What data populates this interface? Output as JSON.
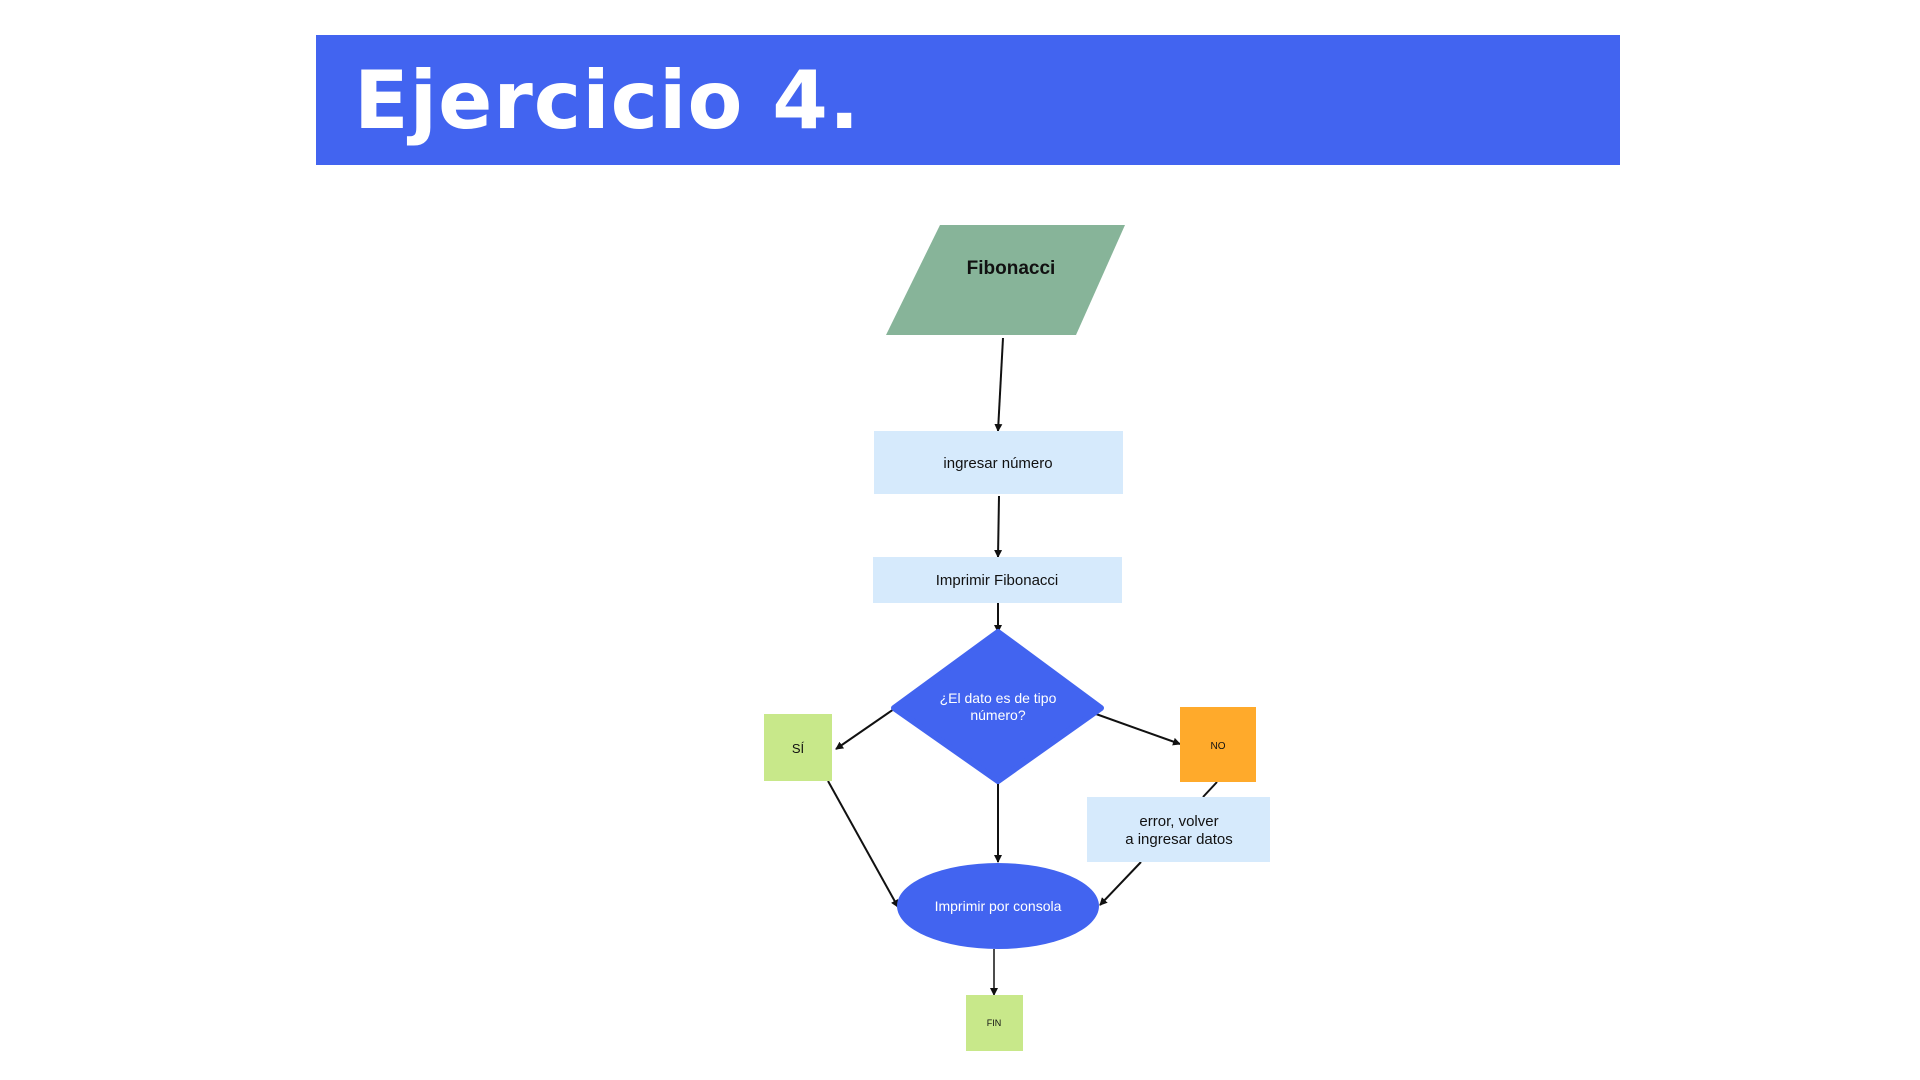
{
  "header": {
    "title": "Ejercicio 4."
  },
  "diagram": {
    "start": "Fibonacci",
    "input": "ingresar número",
    "print_fib": "Imprimir Fibonacci",
    "decision": [
      "¿El dato es de tipo",
      "número?"
    ],
    "yes": "SÍ",
    "no": "NO",
    "error": [
      "error, volver",
      "a ingresar datos"
    ],
    "output": "Imprimir por consola",
    "end": "FIN"
  },
  "colors": {
    "banner": "#4264f0",
    "start_shape": "#87b499",
    "process_box": "#d6eafc",
    "decision_shape": "#4264f0",
    "yes_box": "#c8e88a",
    "no_box": "#ffaa2b",
    "output_shape": "#4264f0",
    "end_box": "#c8e88a"
  }
}
